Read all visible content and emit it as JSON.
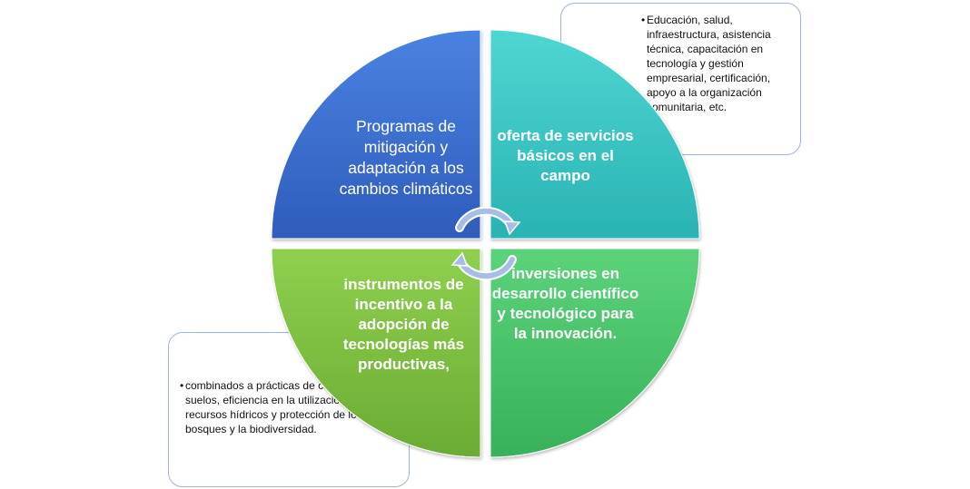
{
  "quadrants": {
    "top_left": {
      "label": "Programas de mitigación y adaptación a los cambios climáticos",
      "color": "#3a6fd1"
    },
    "top_right": {
      "label": "oferta de servicios básicos en el campo",
      "color": "#35c6c4"
    },
    "bottom_left": {
      "label": "instrumentos de incentivo a la adopción de tecnologías más productivas,",
      "color": "#7ec043"
    },
    "bottom_right": {
      "label": "inversiones en desarrollo científico y tecnológico para la innovación.",
      "color": "#46c26a"
    }
  },
  "notes": {
    "top_right": {
      "text": "Educación, salud, infraestructura, asistencia técnica, capacitación en tecnología y gestión empresarial, certificación, apoyo a la organización comunitaria, etc."
    },
    "bottom_left": {
      "text": "combinados a prácticas de conservación de suelos, eficiencia en la utilización de recursos hídricos y protección de los bosques y la biodiversidad."
    }
  },
  "colors": {
    "note_border": "#9db3de",
    "arrows": "#a8bde6"
  },
  "icons": {
    "center": "circular-arrows-icon"
  }
}
